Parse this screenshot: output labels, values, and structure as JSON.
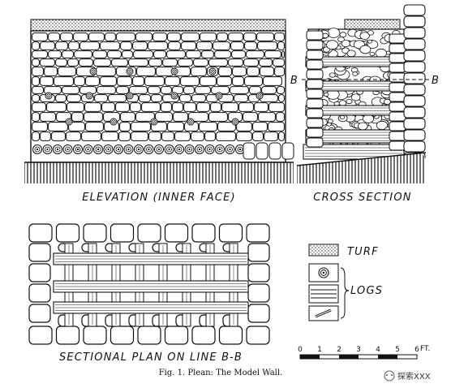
{
  "labels": {
    "elevation": "ELEVATION (INNER FACE)",
    "cross_section": "CROSS SECTION",
    "sectional_plan": "SECTIONAL PLAN ON LINE B-B",
    "section_marker": "B",
    "caption": "Fig. 1. Plean: The Model Wall."
  },
  "legend": {
    "turf": "TURF",
    "logs": "LOGS"
  },
  "scale": {
    "ticks": [
      "0",
      "1",
      "2",
      "3",
      "4",
      "5",
      "6"
    ],
    "unit": "FT."
  },
  "watermark": "探索XXX",
  "colors": {
    "ink": "#111111",
    "paper": "#ffffff"
  }
}
